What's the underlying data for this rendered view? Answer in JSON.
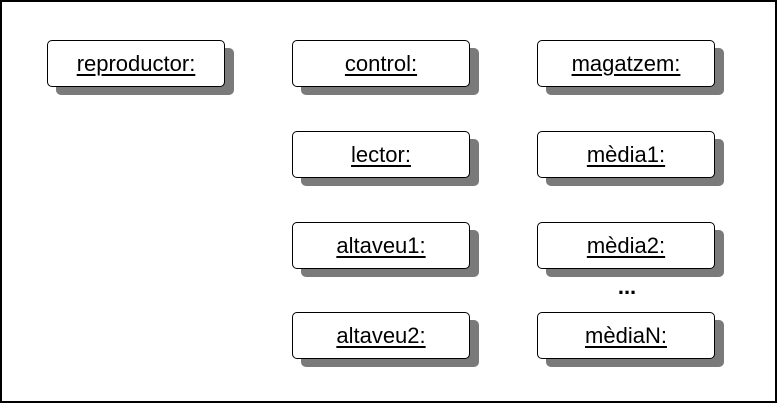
{
  "objects": {
    "reproductor": "reproductor:",
    "control": "control:",
    "magatzem": "magatzem:",
    "lector": "lector:",
    "media1": "mèdia1:",
    "altaveu1": "altaveu1:",
    "media2": "mèdia2:",
    "altaveu2": "altaveu2:",
    "mediaN": "mèdiaN:"
  },
  "ellipsis": "..."
}
